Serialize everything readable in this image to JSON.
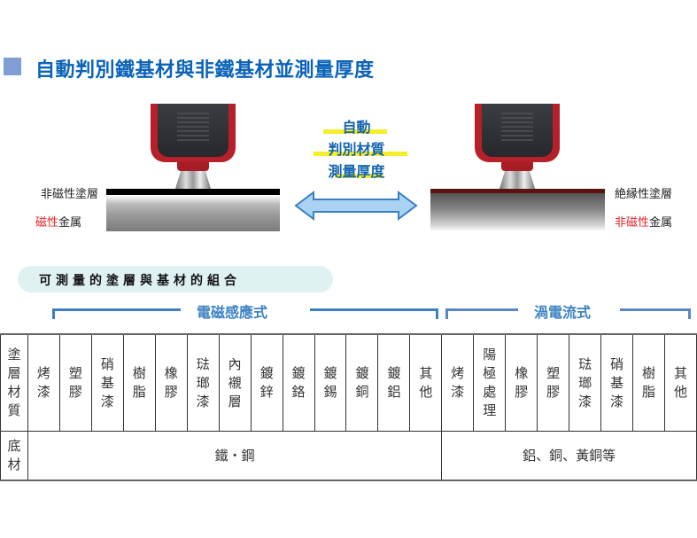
{
  "title": "自動判別鐵基材與非鐵基材並測量厚度",
  "left_diagram": {
    "coating_label": "非磁性塗層",
    "substrate_label_red": "磁性",
    "substrate_label_rest": "金属"
  },
  "center": {
    "line1": "自動",
    "line2": "判別材質",
    "line3": "測量厚度",
    "arrow_icon": "double-arrow-icon"
  },
  "right_diagram": {
    "coating_label": "絶縁性塗層",
    "substrate_label_red": "非磁性",
    "substrate_label_rest": "金属"
  },
  "section_pill": "可測量的塗層與基材的組合",
  "methods": {
    "magnetic": "電磁感應式",
    "eddy": "渦電流式"
  },
  "table": {
    "row_header_coating": "塗層材質",
    "row_header_substrate": "底材",
    "magnetic_coatings": [
      "烤漆",
      "塑膠",
      "硝基漆",
      "樹脂",
      "橡膠",
      "琺瑯漆",
      "內襯層",
      "鍍鋅",
      "鍍鉻",
      "鍍錫",
      "鍍銅",
      "鍍鋁",
      "其他"
    ],
    "eddy_coatings": [
      "烤漆",
      "陽極處理",
      "橡膠",
      "塑膠",
      "琺瑯漆",
      "硝基漆",
      "樹脂",
      "其他"
    ],
    "magnetic_substrate": "鐵・鋼",
    "eddy_substrate": "鋁、銅、黃銅等"
  },
  "colors": {
    "title_blue": "#0a63b8",
    "method_blue": "#3d82c4",
    "red_label": "#e3242b",
    "highlight_yellow": "#f5ee2a",
    "pill_bg": "#e0f1f2"
  }
}
